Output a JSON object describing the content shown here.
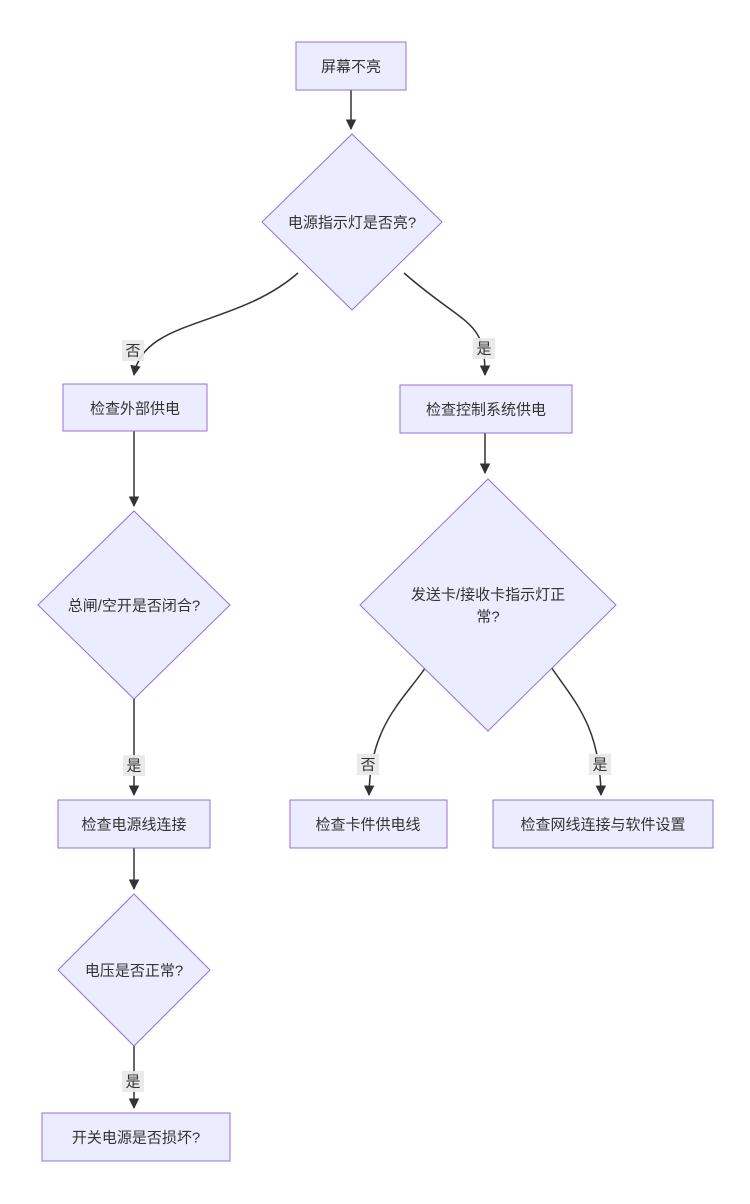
{
  "diagram": {
    "type": "flowchart",
    "direction": "top-down",
    "colors": {
      "node_fill": "#ECECFF",
      "node_stroke": "#9370DB",
      "edge_color": "#333333",
      "label_bg": "#e8e8e8",
      "text_color": "#333333",
      "bg_color": "#ffffff"
    },
    "nodes": {
      "start": {
        "shape": "rect",
        "label": "屏幕不亮"
      },
      "power_led": {
        "shape": "diamond",
        "label": "电源指示灯是否亮?"
      },
      "check_external_power": {
        "shape": "rect",
        "label": "检查外部供电"
      },
      "check_control_power": {
        "shape": "rect",
        "label": "检查控制系统供电"
      },
      "breaker_closed": {
        "shape": "diamond",
        "label": "总闸/空开是否闭合?"
      },
      "card_led_normal": {
        "shape": "diamond",
        "label_line1": "发送卡/接收卡指示灯正",
        "label_line2": "常?"
      },
      "check_power_cable": {
        "shape": "rect",
        "label": "检查电源线连接"
      },
      "check_card_cable": {
        "shape": "rect",
        "label": "检查卡件供电线"
      },
      "check_network": {
        "shape": "rect",
        "label": "检查网线连接与软件设置"
      },
      "voltage_normal": {
        "shape": "diamond",
        "label": "电压是否正常?"
      },
      "psu_damaged": {
        "shape": "rect",
        "label": "开关电源是否损坏?"
      }
    },
    "edge_labels": {
      "power_led_no": "否",
      "power_led_yes": "是",
      "breaker_yes": "是",
      "card_led_no": "否",
      "card_led_yes": "是",
      "voltage_yes": "是"
    }
  }
}
